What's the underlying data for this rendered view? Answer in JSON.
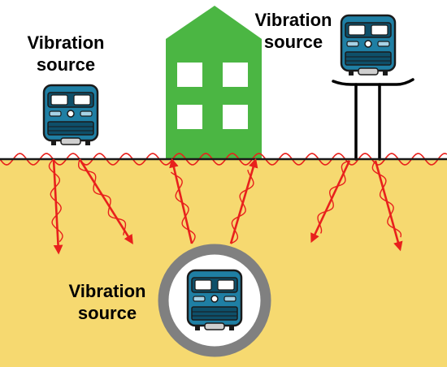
{
  "labels": {
    "left": [
      "Vibration",
      "source"
    ],
    "right": [
      "Vibration",
      "source"
    ],
    "tunnel": [
      "Vibration",
      "source"
    ]
  },
  "colors": {
    "ground": "#F6D970",
    "ground_line": "#1a1a1a",
    "building": "#4BB643",
    "window": "#FFFFFF",
    "wave": "#E8201C",
    "arrow": "#E8201C",
    "train_body": "#1F7FA4",
    "train_dark": "#0E4F69",
    "train_outline": "#1a1a1a",
    "tunnel_ring": "#808080",
    "viaduct": "#000000"
  },
  "icons": [
    "train-icon",
    "building-icon",
    "tunnel-icon",
    "viaduct-icon",
    "wave-arrow-icon"
  ]
}
